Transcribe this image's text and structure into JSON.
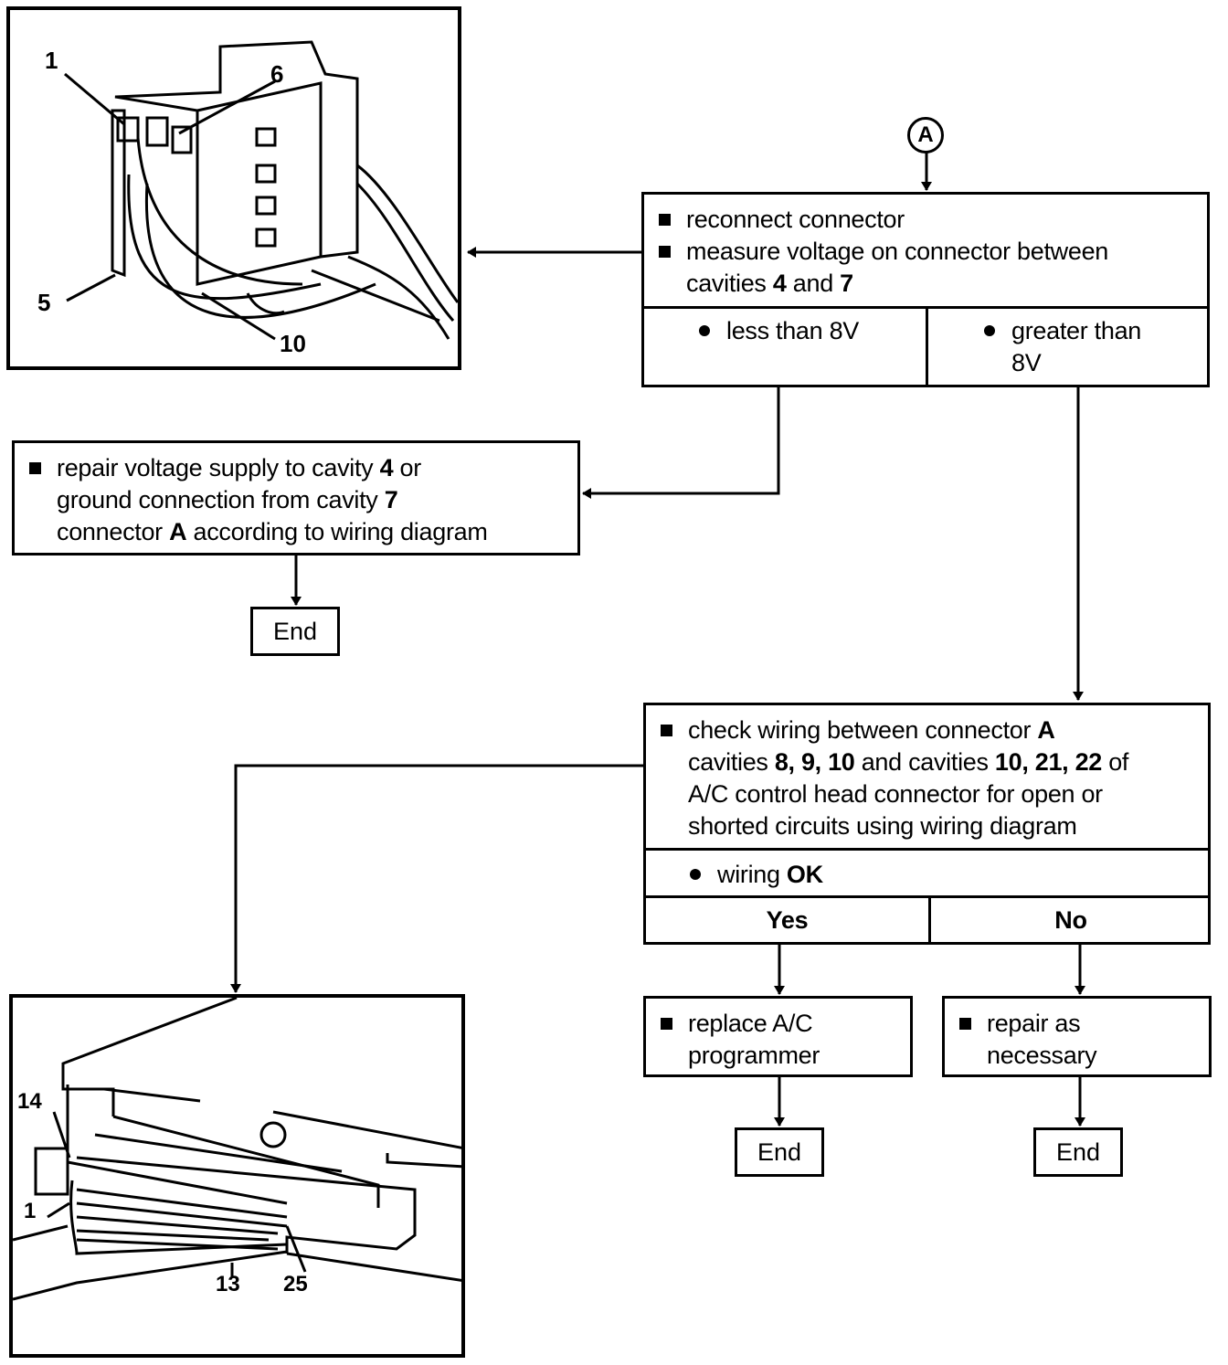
{
  "connector_ref": "A",
  "top_figure": {
    "callouts": [
      "1",
      "6",
      "5",
      "10"
    ]
  },
  "step1": {
    "bullets": [
      "reconnect connector",
      "measure voltage on connector between cavities 4 and 7"
    ],
    "line2a": "measure voltage on connector between",
    "line2b_pre": "cavities ",
    "line2b_n1": "4",
    "line2b_mid": " and ",
    "line2b_n2": "7",
    "line1": "reconnect connector",
    "outcome_left": "less than 8V",
    "outcome_right_1": "greater than",
    "outcome_right_2": "8V"
  },
  "repair_supply": {
    "l1_pre": "repair voltage supply to cavity ",
    "l1_n": "4",
    "l1_post": " or",
    "l2_pre": "ground connection from cavity ",
    "l2_n": "7",
    "l3_pre": "connector ",
    "l3_b": "A",
    "l3_post": " according to wiring diagram",
    "end": "End"
  },
  "check_wiring": {
    "l1_pre": "check wiring between connector ",
    "l1_b": "A",
    "l2_pre": "cavities ",
    "l2_b1": "8, 9, 10",
    "l2_mid": " and cavities ",
    "l2_b2": "10, 21, 22",
    "l2_post": " of",
    "l3": "A/C control head connector for open or",
    "l4": "shorted circuits using wiring diagram",
    "condition_pre": "wiring ",
    "condition_b": "OK",
    "yes": "Yes",
    "no": "No"
  },
  "replace": {
    "l1": "replace A/C",
    "l2": "programmer",
    "end": "End"
  },
  "repair_nec": {
    "l1": "repair as",
    "l2": "necessary",
    "end": "End"
  },
  "bottom_figure": {
    "callouts": [
      "14",
      "1",
      "13",
      "25"
    ]
  }
}
